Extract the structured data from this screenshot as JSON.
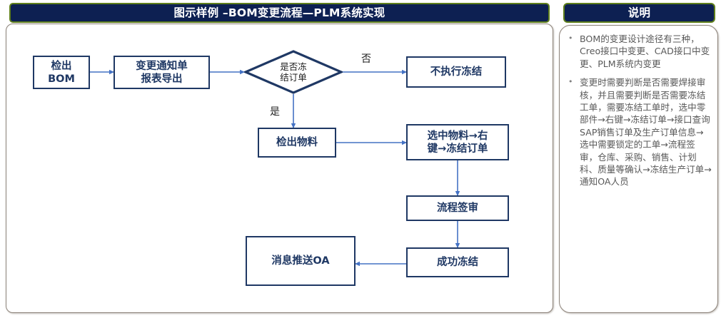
{
  "colors": {
    "title_bg": "#0d2052",
    "title_border": "#5f7f1c",
    "node_border": "#1f3864",
    "node_text": "#1f3864",
    "connector": "#4472c4",
    "notes_text": "#595959",
    "panel_border": "#8c8279"
  },
  "flow_panel": {
    "title": "图示样例 –BOM变更流程—PLM系统实现",
    "nodes": [
      {
        "id": "checkout-bom",
        "label": "检出\nBOM"
      },
      {
        "id": "change-notice",
        "label": "变更通知单\n报表导出"
      },
      {
        "id": "freeze-decision",
        "label": "是否冻\n结订单"
      },
      {
        "id": "no-freeze",
        "label": "不执行冻结"
      },
      {
        "id": "checkout-material",
        "label": "检出物料"
      },
      {
        "id": "select-material",
        "label": "选中物料→右\n键→冻结订单"
      },
      {
        "id": "process-approval",
        "label": "流程签审"
      },
      {
        "id": "freeze-success",
        "label": "成功冻结"
      },
      {
        "id": "push-oa",
        "label": "消息推送OA"
      }
    ],
    "edge_labels": {
      "no": "否",
      "yes": "是"
    }
  },
  "notes_panel": {
    "title": "说明",
    "bullets": [
      "BOM的变更设计途径有三种，Creo接口中变更、CAD接口中变更、PLM系统内变更",
      "变更时需要判断是否需要焊接审核，并且需要判断是否需要冻结工单，需要冻结工单时，选中零部件→右键→冻结订单→接口查询SAP销售订单及生产订单信息→选中需要锁定的工单→流程签审，仓库、采购、销售、计划科、质量等确认→冻结生产订单→通知OA人员"
    ]
  }
}
